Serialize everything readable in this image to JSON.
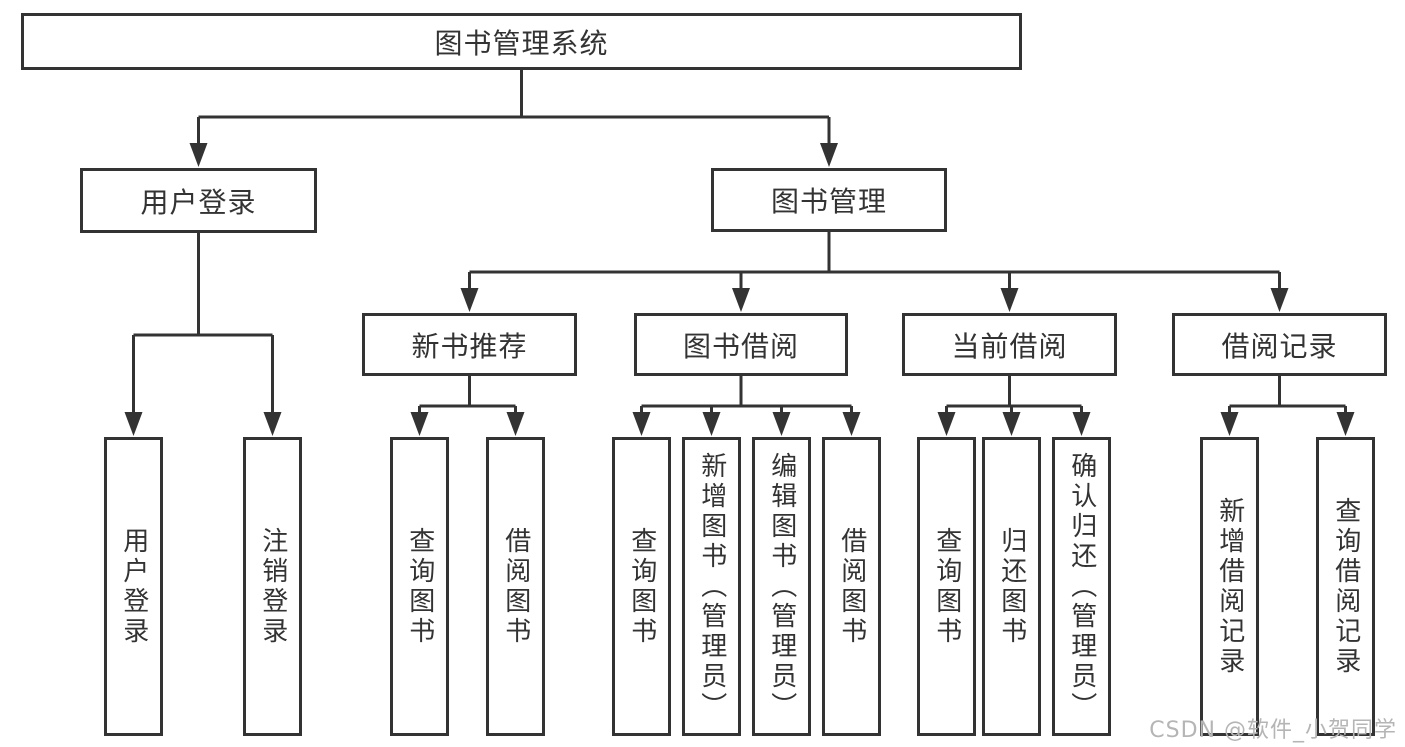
{
  "colors": {
    "line": "#333333",
    "text": "#333333",
    "watermark": "#b5b5b5",
    "background": "#ffffff"
  },
  "nodes": {
    "root": {
      "label": "图书管理系统"
    },
    "user_login": {
      "label": "用户登录"
    },
    "book_mgmt": {
      "label": "图书管理"
    },
    "login": {
      "label": "用户登录"
    },
    "logout": {
      "label": "注销登录"
    },
    "new_rec": {
      "label": "新书推荐"
    },
    "borrow": {
      "label": "图书借阅"
    },
    "current": {
      "label": "当前借阅"
    },
    "records": {
      "label": "借阅记录"
    },
    "nb_query": {
      "label": "查询图书"
    },
    "nb_borrow": {
      "label": "借阅图书"
    },
    "bb_query": {
      "label": "查询图书"
    },
    "bb_add": {
      "label": "新增图书（管理员）"
    },
    "bb_edit": {
      "label": "编辑图书（管理员）"
    },
    "bb_borrow": {
      "label": "借阅图书"
    },
    "cb_query": {
      "label": "查询图书"
    },
    "cb_return": {
      "label": "归还图书"
    },
    "cb_confirm": {
      "label": "确认归还（管理员）"
    },
    "br_add": {
      "label": "新增借阅记录"
    },
    "br_query": {
      "label": "查询借阅记录"
    }
  },
  "watermark": {
    "text": "CSDN @软件_小贺同学"
  }
}
